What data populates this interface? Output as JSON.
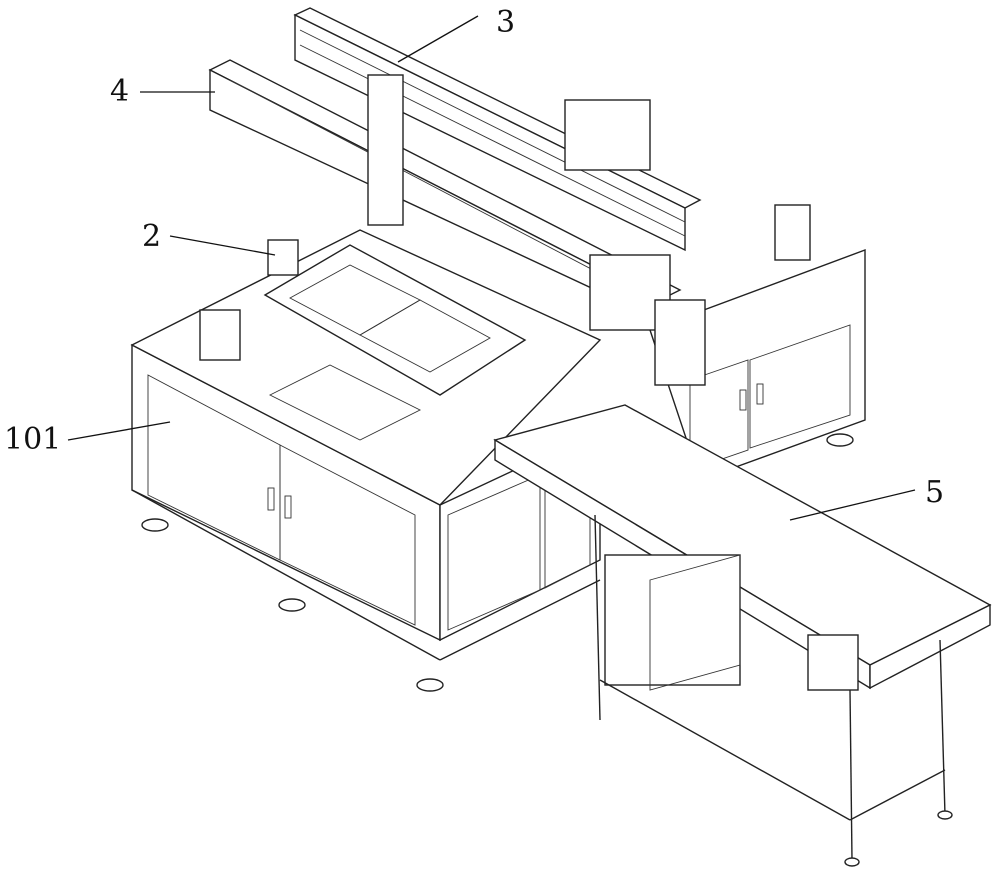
{
  "figure": {
    "labels": {
      "gantry_rear": "3",
      "gantry_front": "4",
      "tray_mechanism": "2",
      "cabinet": "101",
      "conveyor": "5"
    }
  }
}
